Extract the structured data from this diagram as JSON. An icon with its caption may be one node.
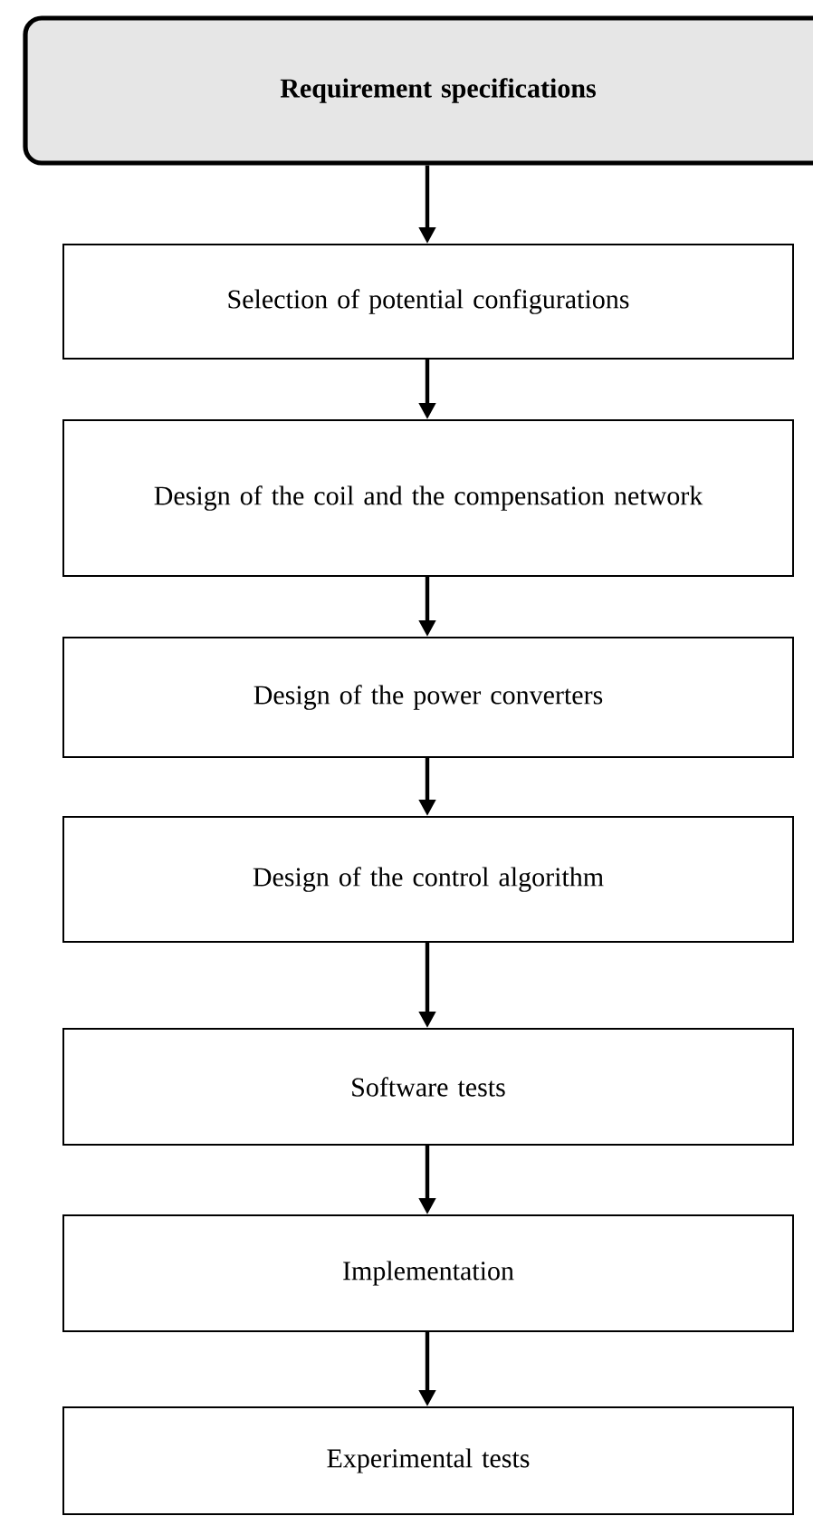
{
  "diagram": {
    "nodes": [
      {
        "text": [
          "Requirement specifications"
        ]
      },
      {
        "text": [
          "Selection of potential configurations"
        ]
      },
      {
        "text": [
          "Design of the coil and the compensation network"
        ]
      },
      {
        "text": [
          "Design of the power converters"
        ]
      },
      {
        "text": [
          "Design of the control algorithm"
        ]
      },
      {
        "text": [
          "Software tests"
        ]
      },
      {
        "text": [
          "Implementation"
        ]
      },
      {
        "text": [
          "Experimental tests"
        ]
      }
    ],
    "edges": [
      {
        "from": 0,
        "to": 1,
        "arrow": "to"
      },
      {
        "from": 1,
        "to": 2,
        "arrow": "to"
      },
      {
        "from": 2,
        "to": 3,
        "arrow": "to"
      },
      {
        "from": 3,
        "to": 4,
        "arrow": "to"
      },
      {
        "from": 4,
        "to": 5,
        "arrow": "to"
      },
      {
        "from": 5,
        "to": 6,
        "arrow": "to"
      },
      {
        "from": 6,
        "to": 7,
        "arrow": "to"
      }
    ]
  }
}
